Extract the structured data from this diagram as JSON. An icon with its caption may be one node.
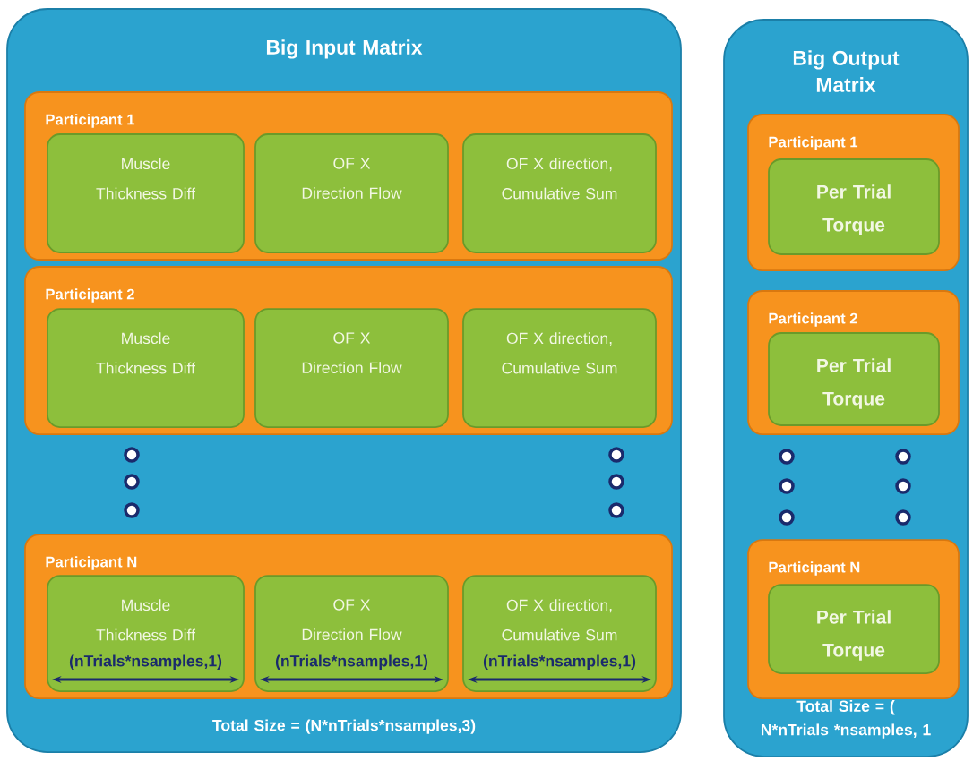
{
  "diagram": {
    "nodes": [
      {
        "text": [
          "Big Input Matrix",
          "Total Size = (N*nTrials*nsamples,3)"
        ]
      },
      {
        "text": [
          "Participant 1"
        ],
        "in": 0
      },
      {
        "text": [
          "Muscle Thickness Diff"
        ],
        "in": 1
      },
      {
        "text": [
          "OF X Direction Flow"
        ],
        "in": 1
      },
      {
        "text": [
          "OF X direction, Cumulative Sum"
        ],
        "in": 1
      },
      {
        "text": [
          "Participant 2"
        ],
        "in": 0
      },
      {
        "text": [
          "Muscle Thickness Diff"
        ],
        "in": 5
      },
      {
        "text": [
          "OF X Direction Flow"
        ],
        "in": 5
      },
      {
        "text": [
          "OF X direction, Cumulative Sum"
        ],
        "in": 5
      },
      {
        "text": [
          "Participant N"
        ],
        "in": 0
      },
      {
        "text": [
          "Muscle Thickness Diff",
          "(nTrials*nsamples,1)"
        ],
        "in": 9
      },
      {
        "text": [
          "OF X Direction Flow",
          "(nTrials*nsamples,1)"
        ],
        "in": 9
      },
      {
        "text": [
          "OF X direction, Cumulative Sum",
          "(nTrials*nsamples,1)"
        ],
        "in": 9
      },
      {
        "text": [
          "Big Output Matrix",
          "Total Size = ( N*nTrials *nsamples, 1"
        ]
      },
      {
        "text": [
          "Participant 1"
        ],
        "in": 13
      },
      {
        "text": [
          "Per Trial Torque"
        ],
        "in": 14
      },
      {
        "text": [
          "Participant 2"
        ],
        "in": 13
      },
      {
        "text": [
          "Per Trial Torque"
        ],
        "in": 16
      },
      {
        "text": [
          "Participant N"
        ],
        "in": 13
      },
      {
        "text": [
          "Per Trial Torque"
        ],
        "in": 18
      }
    ]
  }
}
